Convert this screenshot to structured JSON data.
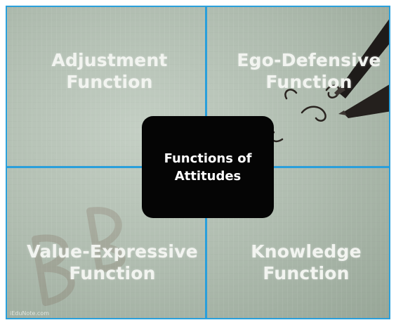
{
  "quadrants": {
    "top_left": [
      "Adjustment",
      "Function"
    ],
    "top_right": [
      "Ego-Defensive",
      "Function"
    ],
    "bottom_left": [
      "Value-Expressive",
      "Function"
    ],
    "bottom_right": [
      "Knowledge",
      "Function"
    ]
  },
  "center": [
    "Functions of",
    "Attitudes"
  ],
  "credit": "iEduNote.com",
  "colors": {
    "divider": "#2a9fdb",
    "center_box": "#050505",
    "text": "#f2f4f0"
  }
}
